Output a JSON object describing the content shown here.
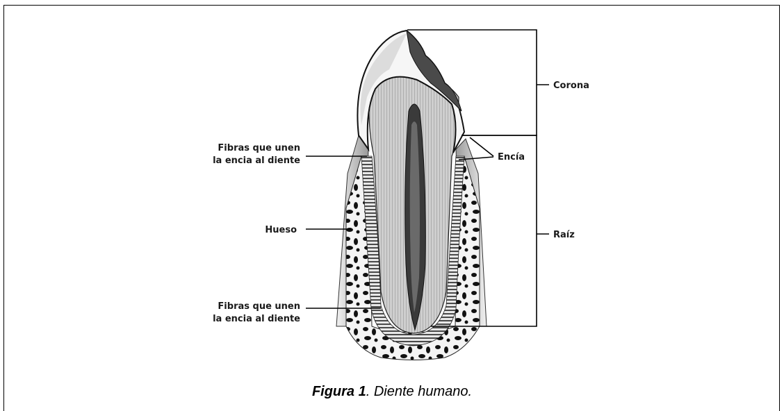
{
  "labels": {
    "corona": "Corona",
    "encia": "Encía",
    "raiz": "Raíz",
    "fibras_top_line1": "Fibras que unen",
    "fibras_top_line2": "la encia al diente",
    "hueso": "Hueso",
    "fibras_bottom_line1": "Fibras que unen",
    "fibras_bottom_line2": "la encia al diente"
  },
  "caption": {
    "figure_label": "Figura 1",
    "text": ". Diente humano."
  }
}
